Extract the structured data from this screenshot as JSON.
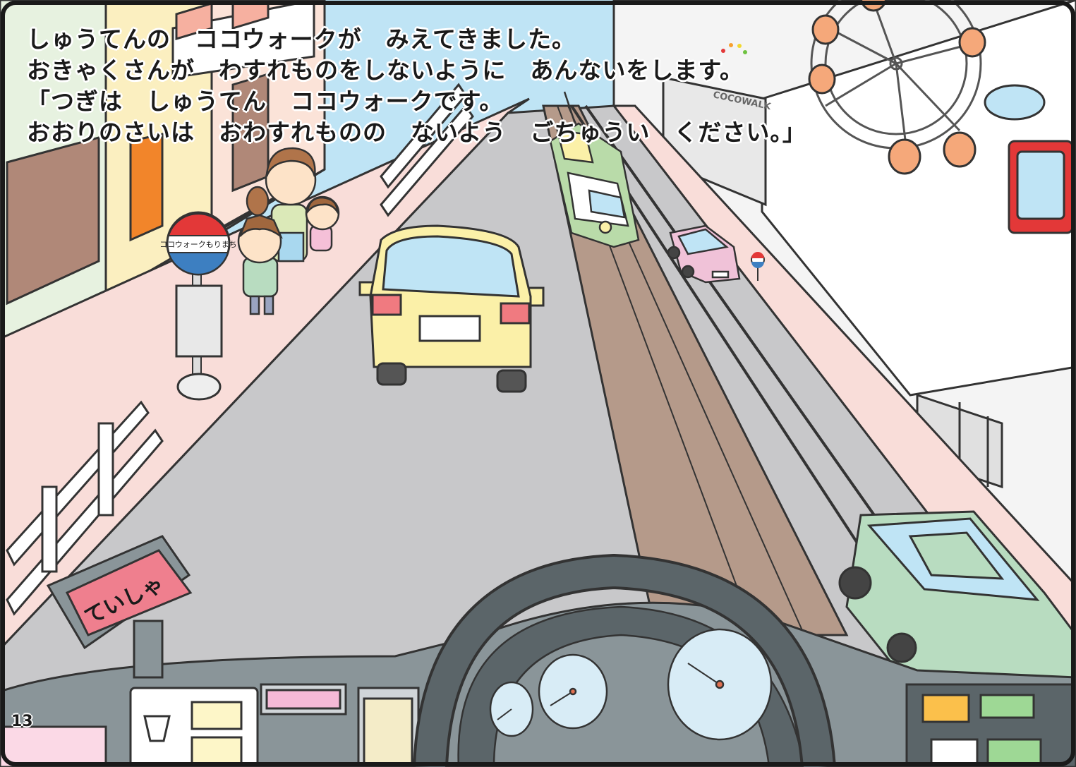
{
  "caption": {
    "lines": [
      "しゅうてんの　ココウォークが　みえてきました。",
      "おきゃくさんが　わすれものをしないように　あんないをします。",
      "「つぎは　しゅうてん　ココウォークです。",
      "おおりのさいは　おわすれものの　ないよう　ごちゅうい　ください。」"
    ]
  },
  "tram_stop_sign": "ココウォークもりまち",
  "stop_button_label": "ていしゃ",
  "building_sign": "COCOWALK",
  "page_number": "13",
  "colors": {
    "frame": "#1a1a1a",
    "road": "#c8c8ca",
    "sidewalk": "#f9ddd9",
    "track_bed": "#b59a8a",
    "sky": "#bfe4f5",
    "dashboard": "#8a9599",
    "tram": "#b9dba9",
    "taxi": "#fbf0a8",
    "green_car": "#b8dcc0",
    "pink_car": "#f0c2d8",
    "stop_button": "#ef7f8e",
    "ferris_gondola": "#f5a87a"
  }
}
